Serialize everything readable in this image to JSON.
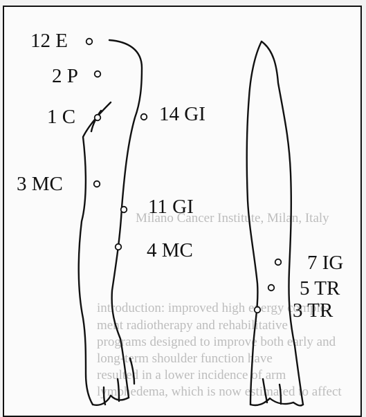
{
  "points": [
    {
      "key": "12e",
      "label": "12 E"
    },
    {
      "key": "2p",
      "label": "2 P"
    },
    {
      "key": "1c",
      "label": "1 C"
    },
    {
      "key": "14gi",
      "label": "14 GI"
    },
    {
      "key": "3mc",
      "label": "3 MC"
    },
    {
      "key": "11gi",
      "label": "11 GI"
    },
    {
      "key": "4mc",
      "label": "4 MC"
    },
    {
      "key": "7ig",
      "label": "7 IG"
    },
    {
      "key": "5tr",
      "label": "5 TR"
    },
    {
      "key": "3tr",
      "label": "3 TR"
    }
  ],
  "bleed_through_text": [
    "Milano Cancer Institute, Milan, Italy",
    "introduction: improved high energy comple-",
    "ment radiotherapy and rehabilitative",
    "programs designed to improve both early and",
    "long-term shoulder function have",
    "resulted in a lower incidence of arm",
    "lymphedema, which is now estimated to affect"
  ]
}
